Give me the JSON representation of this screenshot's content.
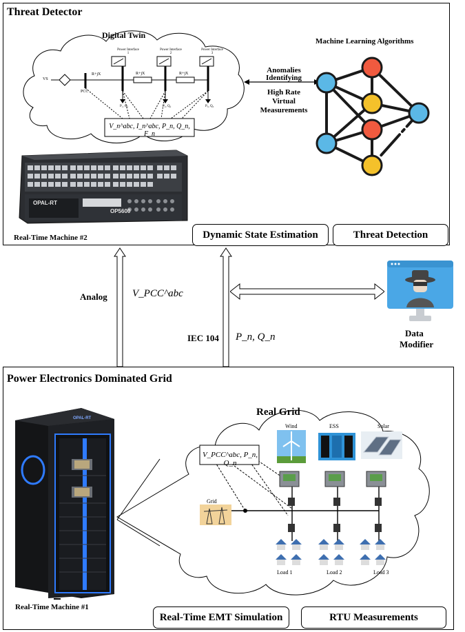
{
  "top_panel": {
    "title": "Threat Detector",
    "digital_twin": {
      "title": "Digital Twin",
      "vs_label": "VS",
      "pcc_label": "PCC",
      "impedance_1": "R+jX",
      "impedance_2": "R+jX",
      "impedance_3": "R+jX",
      "interfaces": [
        "Power Interface 1",
        "Power Interface 2",
        "Power Interface 3"
      ],
      "node_labels": [
        "P₁, Q₁",
        "P₂, Q₂",
        "P₃, Q₃"
      ],
      "measurement_formula": "V_n^abc, I_n^abc, P_n, Q_n, F_n"
    },
    "anomalies": {
      "line1": "Anomalies",
      "line2": "Identifying",
      "line3": "High Rate",
      "line4": "Virtual",
      "line5": "Measurements"
    },
    "ml_title": "Machine Learning Algorithms",
    "machine_label": "Real-Time Machine #2",
    "machine_brand": "OPAL-RT",
    "machine_model": "OP5600",
    "dse_button": "Dynamic State Estimation",
    "threat_button": "Threat Detection"
  },
  "middle": {
    "analog_label": "Analog",
    "v_pcc": "V_PCC^abc",
    "iec_label": "IEC 104",
    "pq_label": "P_n, Q_n",
    "data_modifier_line1": "Data",
    "data_modifier_line2": "Modifier"
  },
  "bottom_panel": {
    "title": "Power Electronics Dominated Grid",
    "real_grid_title": "Real Grid",
    "wind_label": "Wind",
    "ess_label": "ESS",
    "solar_label": "Solar",
    "grid_label": "Grid",
    "measurement_formula": "V_PCC^abc, P_n, Q_n",
    "load_labels": [
      "Load 1",
      "Load 2",
      "Load 3"
    ],
    "machine_label": "Real-Time Machine #1",
    "machine_brand": "OPAL-RT",
    "emt_button": "Real-Time EMT Simulation",
    "rtu_button": "RTU Measurements"
  },
  "colors": {
    "node_blue": "#5bb8e6",
    "node_red": "#f05a3f",
    "node_yellow": "#f4c12b",
    "monitor_blue": "#4aa7e6",
    "rack_glow": "#2f7bff"
  }
}
